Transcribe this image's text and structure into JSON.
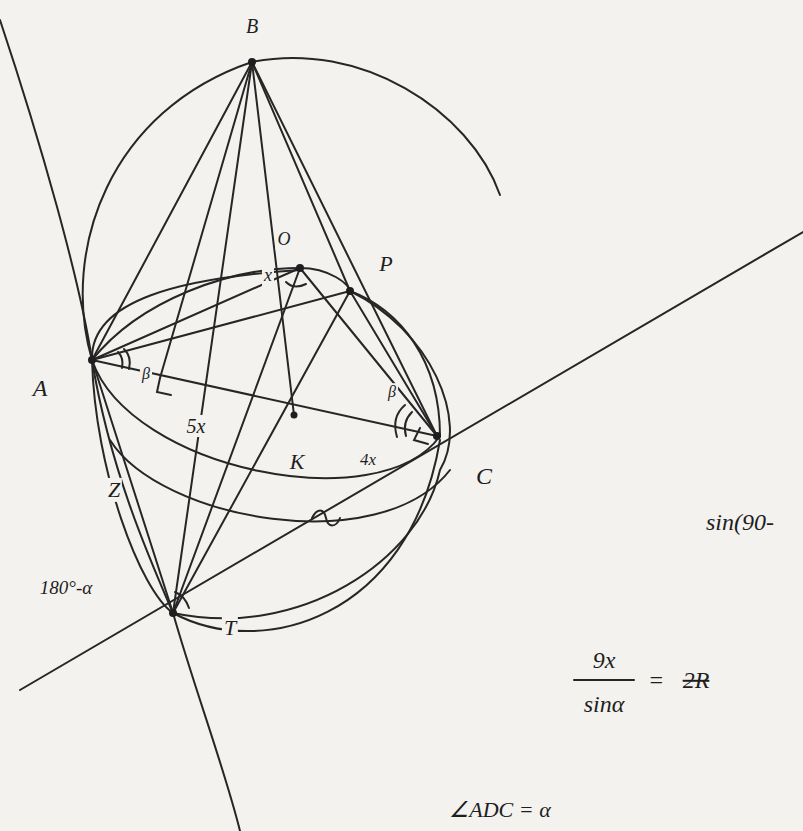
{
  "diagram": {
    "labels": [
      "B",
      "O",
      "x",
      "P",
      "A",
      "5x",
      "K",
      "4x",
      "C",
      "Z",
      "180°-α",
      "T",
      "β",
      "β",
      "sin(90-",
      "9x",
      "sinα",
      "=",
      "2R",
      "∠ADC = α"
    ]
  }
}
